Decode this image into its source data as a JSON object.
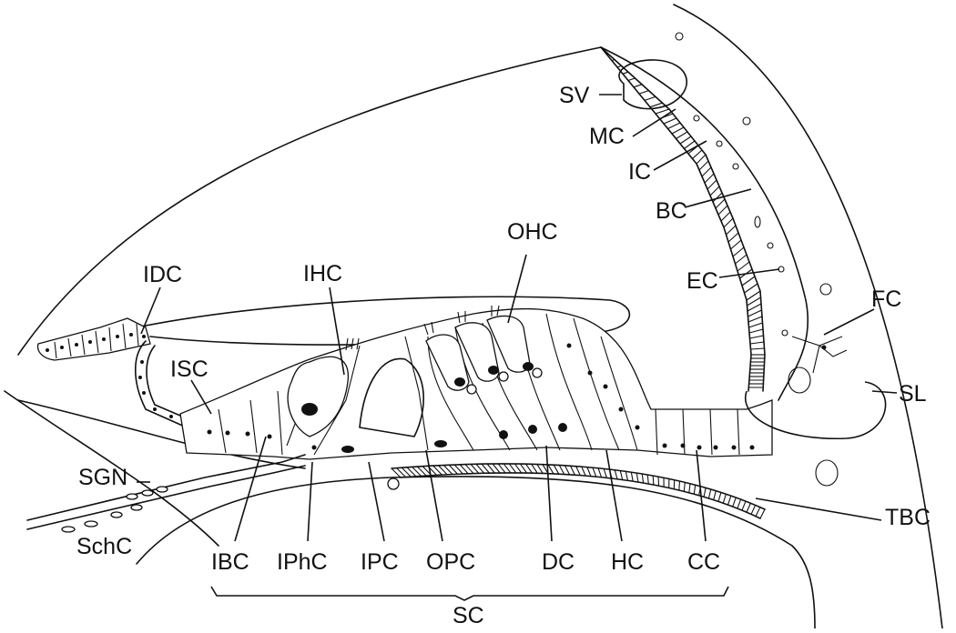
{
  "diagram": {
    "labels": {
      "sv": "SV",
      "mc": "MC",
      "ic": "IC",
      "bc": "BC",
      "ohc": "OHC",
      "ec": "EC",
      "fc": "FC",
      "idc": "IDC",
      "ihc": "IHC",
      "isc": "ISC",
      "sl": "SL",
      "sgn": "SGN",
      "schc": "SchC",
      "tbc": "TBC",
      "ibc": "IBC",
      "iphc": "IPhC",
      "ipc": "IPC",
      "opc": "OPC",
      "dc": "DC",
      "hc": "HC",
      "cc": "CC",
      "sc": "SC"
    }
  }
}
